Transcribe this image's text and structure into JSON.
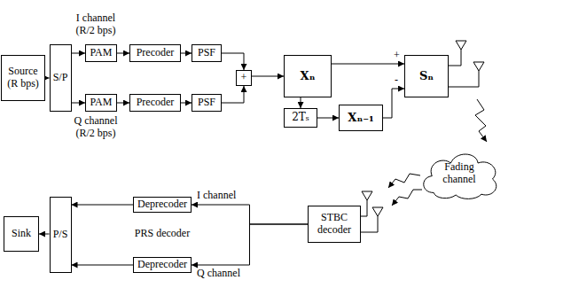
{
  "diagram": {
    "nodes": [
      {
        "text": [
          "Source (R bps)"
        ]
      },
      {
        "text": [
          "S/P"
        ]
      },
      {
        "text": [
          "PAM"
        ]
      },
      {
        "text": [
          "Precoder"
        ]
      },
      {
        "text": [
          "PSF"
        ]
      },
      {
        "text": [
          "PAM"
        ]
      },
      {
        "text": [
          "Precoder"
        ]
      },
      {
        "text": [
          "PSF"
        ]
      },
      {
        "text": [
          "+"
        ]
      },
      {
        "text": [
          "Xₙ"
        ]
      },
      {
        "text": [
          "2Tₛ"
        ]
      },
      {
        "text": [
          "Xₙ₋₁"
        ]
      },
      {
        "text": [
          "Sₙ"
        ]
      },
      {
        "text": [
          "Fading channel"
        ]
      },
      {
        "text": [
          "STBC decoder"
        ]
      },
      {
        "text": [
          "Deprecoder"
        ]
      },
      {
        "text": [
          "Deprecoder"
        ]
      },
      {
        "text": [
          "P/S"
        ]
      },
      {
        "text": [
          "Sink"
        ]
      }
    ],
    "edges": [
      {
        "from": 0,
        "to": 1,
        "arrow": "to"
      },
      {
        "from": 1,
        "to": 2,
        "arrow": "to"
      },
      {
        "from": 2,
        "to": 3,
        "arrow": "to"
      },
      {
        "from": 3,
        "to": 4,
        "arrow": "to"
      },
      {
        "from": 1,
        "to": 5,
        "arrow": "to"
      },
      {
        "from": 5,
        "to": 6,
        "arrow": "to"
      },
      {
        "from": 6,
        "to": 7,
        "arrow": "to"
      },
      {
        "from": 4,
        "to": 8,
        "arrow": "to"
      },
      {
        "from": 7,
        "to": 8,
        "arrow": "to"
      },
      {
        "from": 8,
        "to": 9,
        "arrow": "to"
      },
      {
        "from": 9,
        "to": 12,
        "label": "+",
        "arrow": "to"
      },
      {
        "from": 9,
        "to": 10,
        "arrow": "to"
      },
      {
        "from": 10,
        "to": 11,
        "arrow": "to"
      },
      {
        "from": 11,
        "to": 12,
        "label": "-",
        "arrow": "to"
      },
      {
        "from": 14,
        "to": 15,
        "arrow": "to"
      },
      {
        "from": 14,
        "to": 16,
        "arrow": "to"
      },
      {
        "from": 15,
        "to": 17,
        "arrow": "to"
      },
      {
        "from": 16,
        "to": 17,
        "arrow": "to"
      },
      {
        "from": 17,
        "to": 18,
        "arrow": "to"
      }
    ],
    "labels": [
      "I channel (R/2 bps)",
      "Q channel (R/2 bps)",
      "I channel",
      "PRS decoder",
      "Q channel"
    ]
  }
}
